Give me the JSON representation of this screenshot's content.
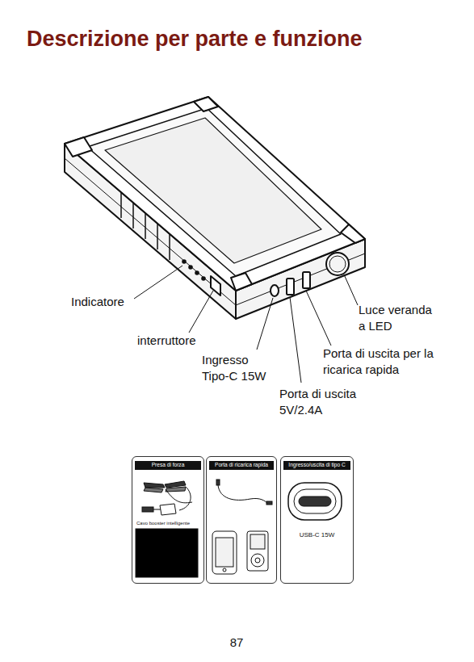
{
  "diagram": {
    "title": "Descrizione per parte e funzione",
    "nodes": [
      {
        "text": [
          "Presa di forza",
          "Cavo booster intelligente"
        ]
      },
      {
        "text": [
          "Porta di ricarica rapida"
        ]
      },
      {
        "text": [
          "Ingresso/uscita di tipo C",
          "USB-C 15W"
        ]
      }
    ],
    "labels": [
      "Indicatore",
      "interruttore",
      "Ingresso Tipo-C 15W",
      "Porta di uscita 5V/2.4A",
      "Porta di uscita per la ricarica rapida",
      "Luce veranda a LED",
      "87"
    ]
  }
}
